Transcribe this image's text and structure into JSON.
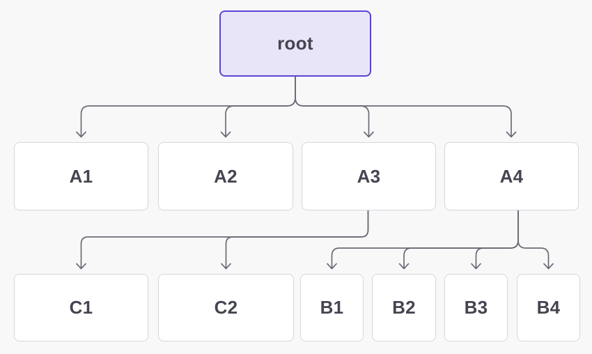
{
  "diagram": {
    "type": "tree",
    "root": {
      "id": "root",
      "label": "root"
    },
    "level1": [
      {
        "id": "A1",
        "label": "A1"
      },
      {
        "id": "A2",
        "label": "A2"
      },
      {
        "id": "A3",
        "label": "A3"
      },
      {
        "id": "A4",
        "label": "A4"
      }
    ],
    "level2": [
      {
        "id": "C1",
        "label": "C1"
      },
      {
        "id": "C2",
        "label": "C2"
      },
      {
        "id": "B1",
        "label": "B1"
      },
      {
        "id": "B2",
        "label": "B2"
      },
      {
        "id": "B3",
        "label": "B3"
      },
      {
        "id": "B4",
        "label": "B4"
      }
    ],
    "edges": [
      {
        "from": "root",
        "to": "A1"
      },
      {
        "from": "root",
        "to": "A2"
      },
      {
        "from": "root",
        "to": "A3"
      },
      {
        "from": "root",
        "to": "A4"
      },
      {
        "from": "A3",
        "to": "C1"
      },
      {
        "from": "A3",
        "to": "C2"
      },
      {
        "from": "A4",
        "to": "B1"
      },
      {
        "from": "A4",
        "to": "B2"
      },
      {
        "from": "A4",
        "to": "B3"
      },
      {
        "from": "A4",
        "to": "B4"
      }
    ],
    "colors": {
      "background": "#f8f8f9",
      "root_fill": "#e9e5f8",
      "root_border": "#5a44d4",
      "node_fill": "#ffffff",
      "node_border": "#d6d6dc",
      "connector": "#6b6b76",
      "text": "#454551"
    }
  }
}
